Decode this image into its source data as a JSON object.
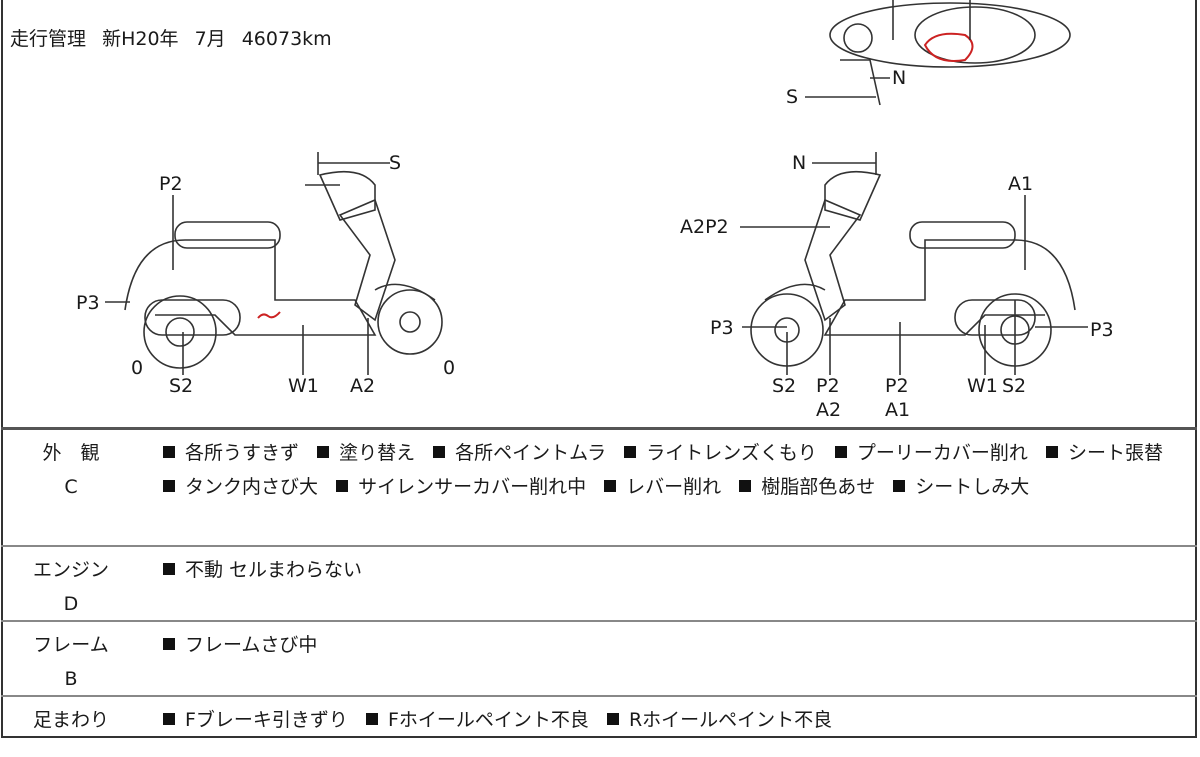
{
  "header": {
    "label": "走行管理",
    "first_reg": "新H20年",
    "month": "7月",
    "mileage": "46073km"
  },
  "diagram_labels": {
    "left": {
      "S": "S",
      "P2": "P2",
      "P3": "P3",
      "zero_rear": "0",
      "S2": "S2",
      "W1": "W1",
      "A2": "A2",
      "zero_front": "0"
    },
    "right": {
      "N": "N",
      "A1": "A1",
      "A2P2": "A2P2",
      "P3_front": "P3",
      "P3_rear": "P3",
      "S2_front": "S2",
      "P2A2_top": "P2",
      "P2A2_bottom": "A2",
      "P2A1_top": "P2",
      "P2A1_bottom": "A1",
      "W1": "W1",
      "S2_rear": "S2"
    },
    "top": {
      "N": "N",
      "S": "S"
    }
  },
  "damage_color": "#cc2222",
  "sections": [
    {
      "label": "外　観",
      "grade": "C",
      "items": [
        "各所うすきず",
        "塗り替え",
        "各所ペイントムラ",
        "ライトレンズくもり",
        "プーリーカバー削れ",
        "シート張替",
        "タンク内さび大",
        "サイレンサーカバー削れ中",
        "レバー削れ",
        "樹脂部色あせ",
        "シートしみ大"
      ]
    },
    {
      "label": "エンジン",
      "grade": "D",
      "items": [
        "不動 セルまわらない"
      ]
    },
    {
      "label": "フレーム",
      "grade": "B",
      "items": [
        "フレームさび中"
      ]
    },
    {
      "label": "足まわり",
      "grade": "",
      "items": [
        "Fブレーキ引きずり",
        "Fホイールペイント不良",
        "Rホイールペイント不良"
      ]
    }
  ]
}
